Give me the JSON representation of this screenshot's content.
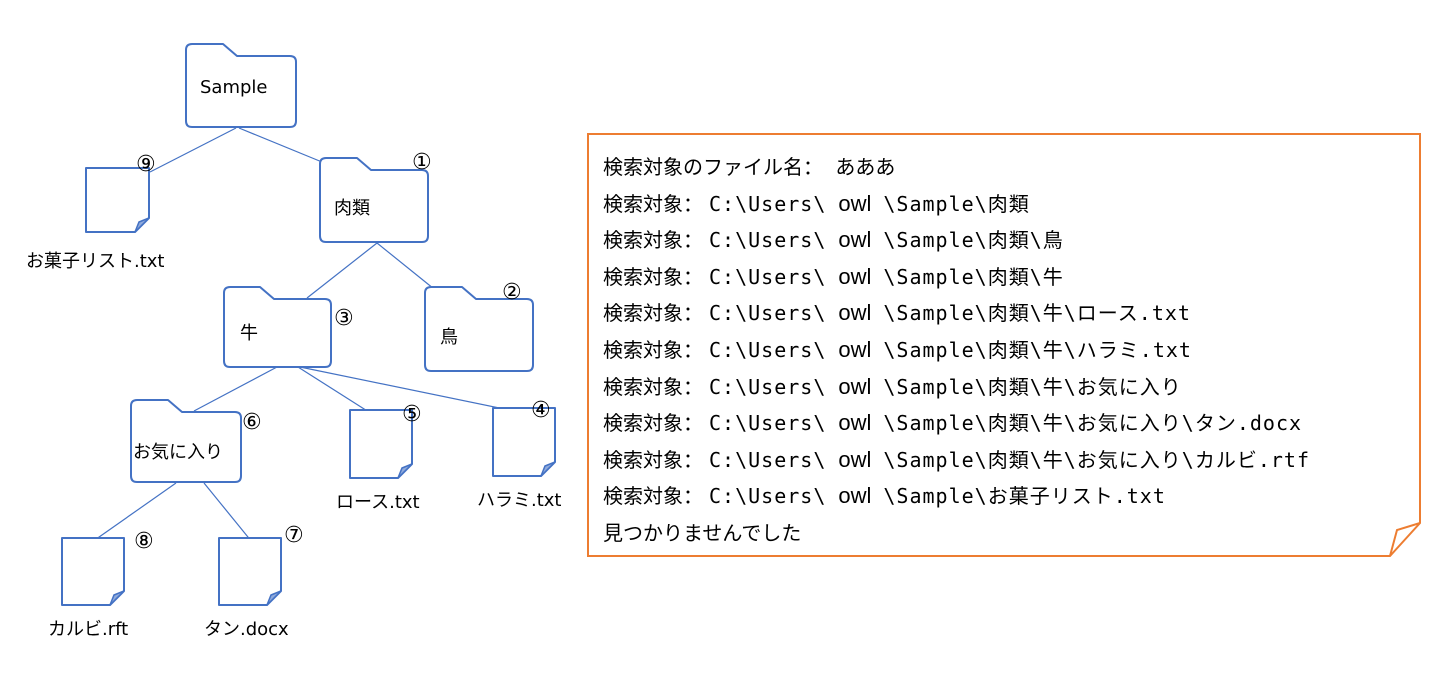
{
  "tree": {
    "nodes": [
      {
        "id": "sample",
        "kind": "folder",
        "label": "Sample",
        "num": ""
      },
      {
        "id": "meat",
        "kind": "folder",
        "label": "肉類",
        "num": "①"
      },
      {
        "id": "bird",
        "kind": "folder",
        "label": "鳥",
        "num": "②"
      },
      {
        "id": "beef",
        "kind": "folder",
        "label": "牛",
        "num": "③"
      },
      {
        "id": "harami",
        "kind": "file",
        "label": "ハラミ.txt",
        "num": "④"
      },
      {
        "id": "loin",
        "kind": "file",
        "label": "ロース.txt",
        "num": "⑤"
      },
      {
        "id": "favorites",
        "kind": "folder",
        "label": "お気に入り",
        "num": "⑥"
      },
      {
        "id": "tongue",
        "kind": "file",
        "label": "タン.docx",
        "num": "⑦"
      },
      {
        "id": "kalbi",
        "kind": "file",
        "label": "カルビ.rft",
        "num": "⑧"
      },
      {
        "id": "snacks",
        "kind": "file",
        "label": "お菓子リスト.txt",
        "num": "⑨"
      }
    ],
    "edges": [
      [
        "sample",
        "snacks"
      ],
      [
        "sample",
        "meat"
      ],
      [
        "meat",
        "beef"
      ],
      [
        "meat",
        "bird"
      ],
      [
        "beef",
        "favorites"
      ],
      [
        "beef",
        "loin"
      ],
      [
        "beef",
        "harami"
      ],
      [
        "favorites",
        "kalbi"
      ],
      [
        "favorites",
        "tongue"
      ]
    ]
  },
  "output": {
    "header": {
      "label": "検索対象のファイル名：",
      "value": "あああ"
    },
    "search_label": "検索対象：",
    "prefix": "C:\\Users\\",
    "user": "owl",
    "lines": [
      {
        "rest": "\\Sample\\肉類"
      },
      {
        "rest": "\\Sample\\肉類\\鳥"
      },
      {
        "rest": "\\Sample\\肉類\\牛"
      },
      {
        "rest": "\\Sample\\肉類\\牛\\ロース.txt"
      },
      {
        "rest": "\\Sample\\肉類\\牛\\ハラミ.txt"
      },
      {
        "rest": "\\Sample\\肉類\\牛\\お気に入り"
      },
      {
        "rest": "\\Sample\\肉類\\牛\\お気に入り\\タン.docx"
      },
      {
        "rest": "\\Sample\\肉類\\牛\\お気に入り\\カルビ.rtf"
      },
      {
        "rest": "\\Sample\\お菓子リスト.txt"
      }
    ],
    "result": "見つかりませんでした"
  },
  "colors": {
    "tree_stroke": "#4472c4",
    "panel_border": "#ed7d31"
  }
}
